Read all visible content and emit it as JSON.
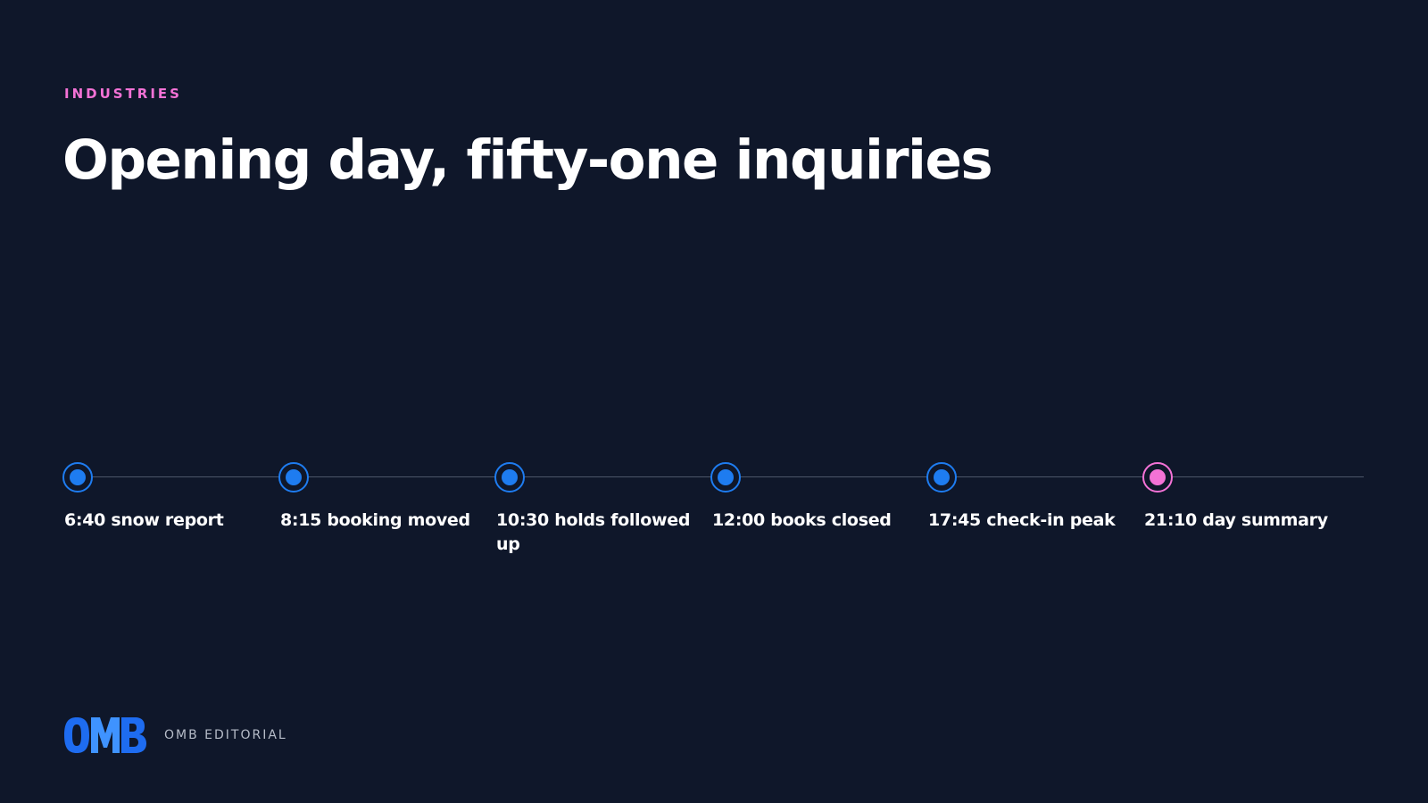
{
  "header": {
    "eyebrow": "INDUSTRIES",
    "title": "Opening day, fifty-one inquiries"
  },
  "timeline": {
    "events": [
      {
        "label": "6:40 snow report",
        "highlight": false
      },
      {
        "label": "8:15 booking moved",
        "highlight": false
      },
      {
        "label": "10:30 holds followed up",
        "highlight": false
      },
      {
        "label": "12:00 books closed",
        "highlight": false
      },
      {
        "label": "17:45 check-in peak",
        "highlight": false
      },
      {
        "label": "21:10 day summary",
        "highlight": true
      }
    ]
  },
  "footer": {
    "logo": "OMB",
    "brand": "OMB EDITORIAL"
  },
  "colors": {
    "background": "#0f172a",
    "accent_blue": "#1e7cf0",
    "accent_pink": "#f472d6",
    "track": "#4b5568"
  }
}
